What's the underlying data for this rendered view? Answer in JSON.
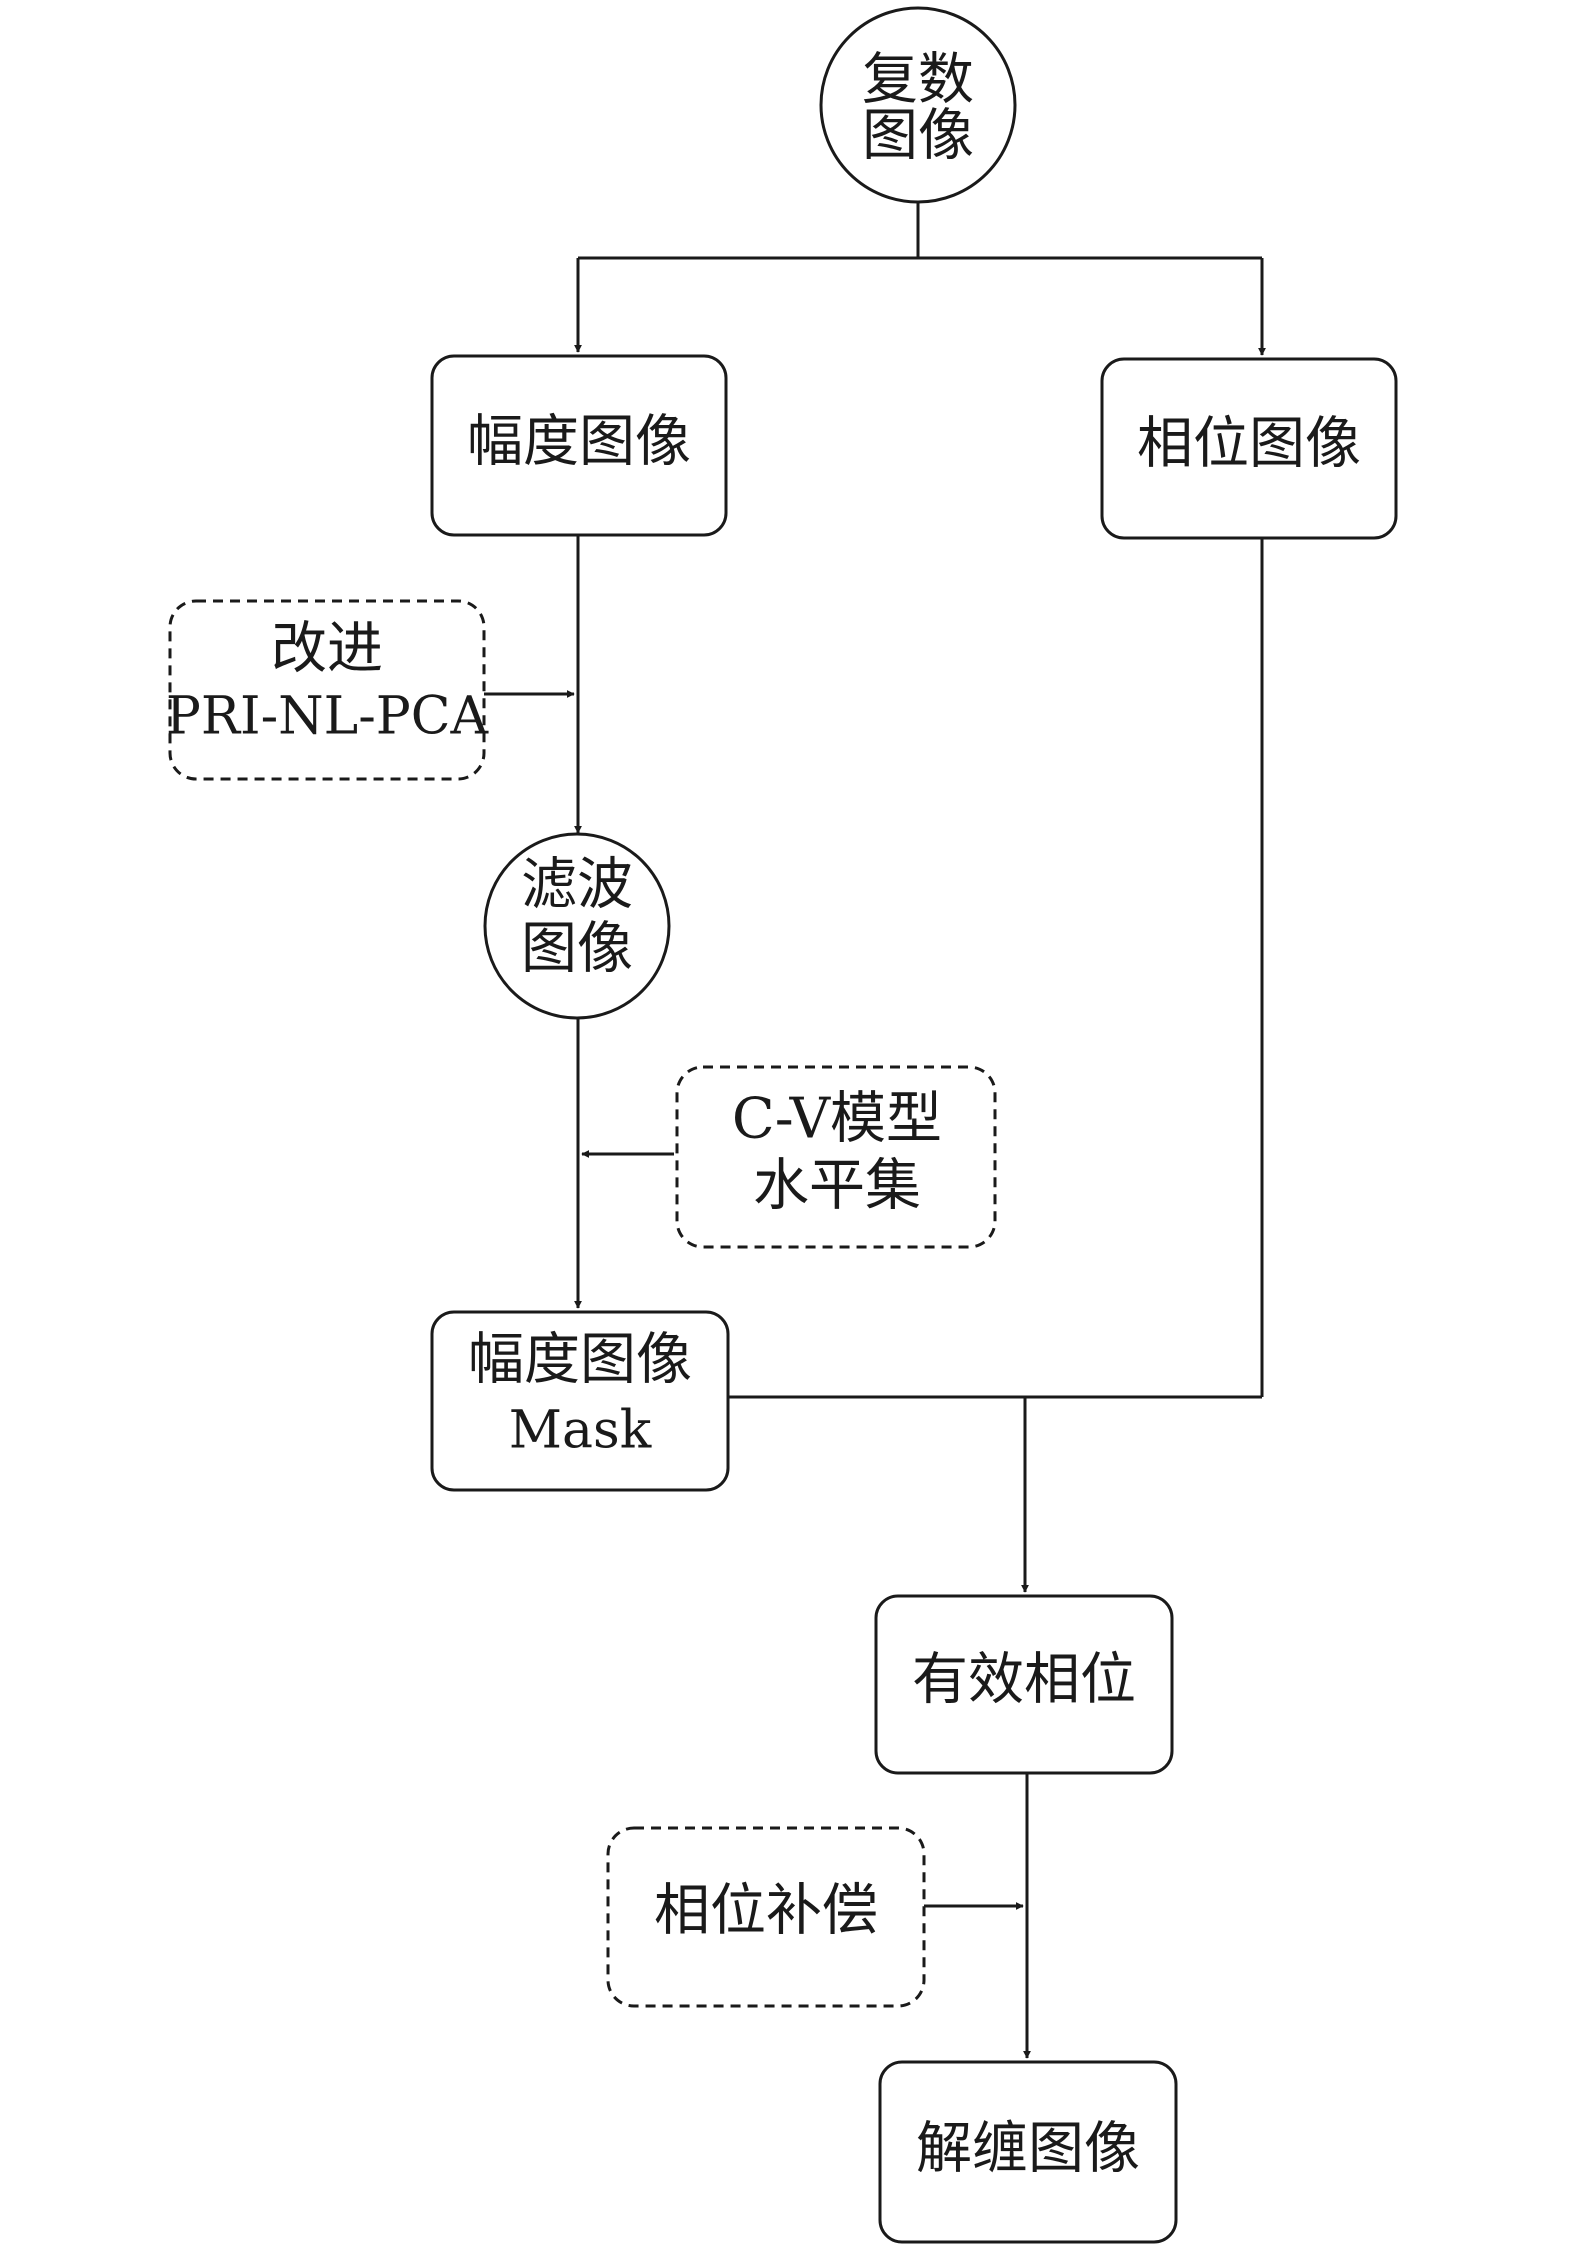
{
  "diagram": {
    "nodes": {
      "complex_image": {
        "line1": "复数",
        "line2": "图像"
      },
      "amplitude_image": {
        "label": "幅度图像"
      },
      "phase_image": {
        "label": "相位图像"
      },
      "improved_filter": {
        "line1": "改进",
        "line2": "PRI-NL-PCA"
      },
      "filtered_image": {
        "line1": "滤波",
        "line2": "图像"
      },
      "cv_level_set": {
        "line1": "C-V模型",
        "line2": "水平集"
      },
      "amplitude_mask": {
        "line1": "幅度图像",
        "line2": "Mask"
      },
      "valid_phase": {
        "label": "有效相位"
      },
      "phase_compensation": {
        "label": "相位补偿"
      },
      "unwrapped_image": {
        "label": "解缠图像"
      }
    },
    "colors": {
      "stroke": "#1a1a1a",
      "background": "#ffffff"
    }
  }
}
